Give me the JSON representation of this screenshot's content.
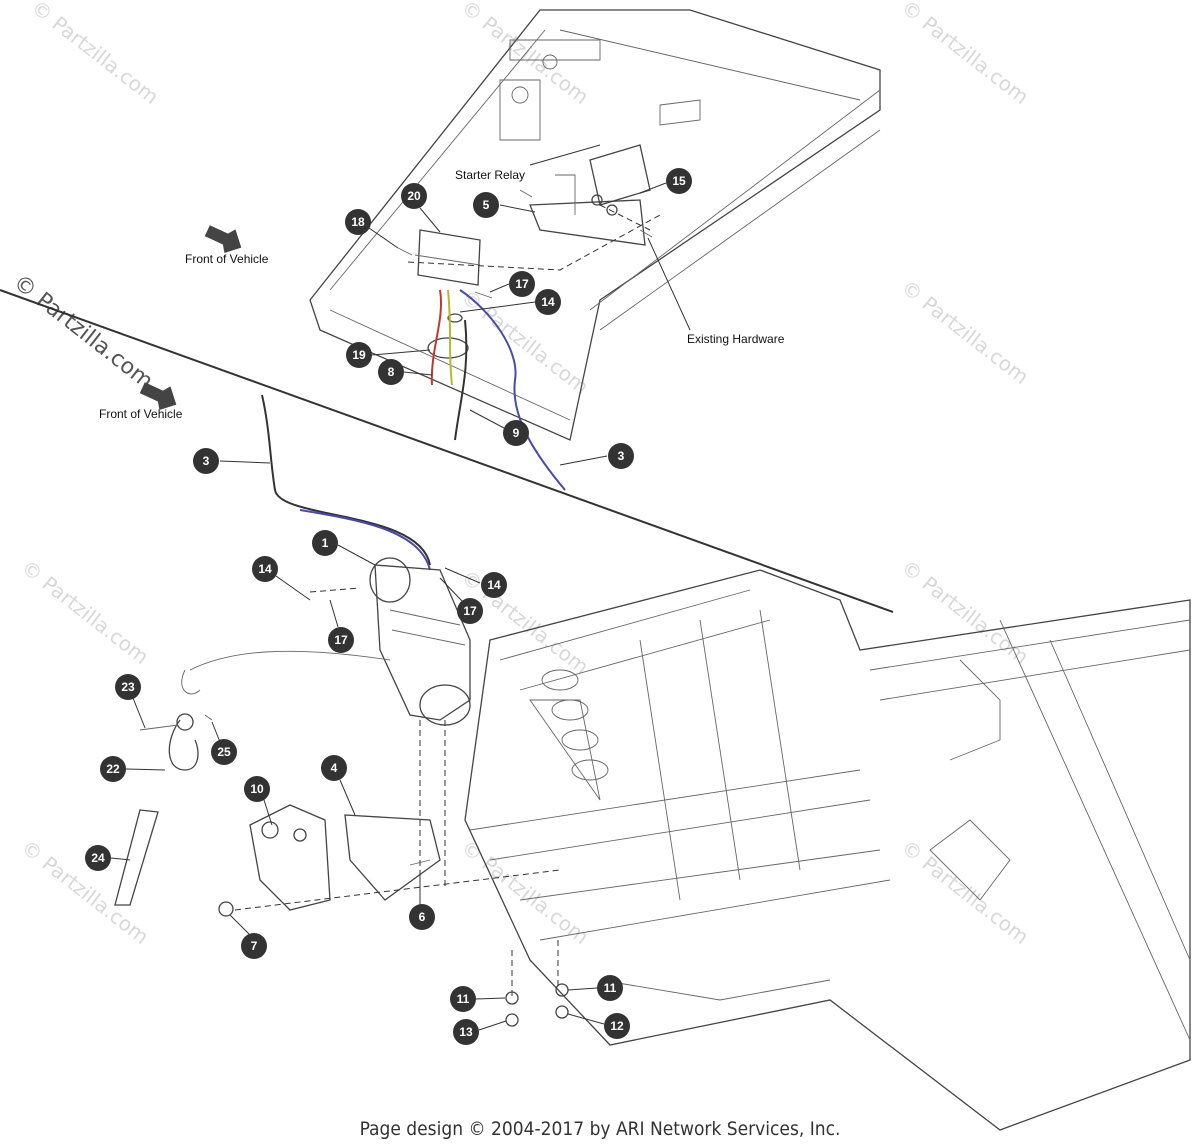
{
  "watermark": "© Partzilla.com",
  "footer": "Page design © 2004-2017 by ARI Network Services, Inc.",
  "labels": {
    "starter_relay": "Starter Relay",
    "front_of_vehicle_top": "Front of Vehicle",
    "front_of_vehicle_left": "Front of Vehicle",
    "existing_hardware": "Existing Hardware"
  },
  "callouts": {
    "c1": "1",
    "c3a": "3",
    "c3b": "3",
    "c4": "4",
    "c5": "5",
    "c6": "6",
    "c7": "7",
    "c8": "8",
    "c9": "9",
    "c10": "10",
    "c11a": "11",
    "c11b": "11",
    "c12": "12",
    "c13": "13",
    "c14a": "14",
    "c14b": "14",
    "c14c": "14",
    "c15": "15",
    "c17a": "17",
    "c17b": "17",
    "c17c": "17",
    "c18": "18",
    "c19": "19",
    "c20": "20",
    "c22": "22",
    "c23": "23",
    "c24": "24",
    "c25": "25"
  },
  "colors": {
    "wire_blue": "#4a4aa8",
    "wire_red": "#c0392b",
    "wire_yellow": "#b8b830",
    "callout": "#333333"
  }
}
